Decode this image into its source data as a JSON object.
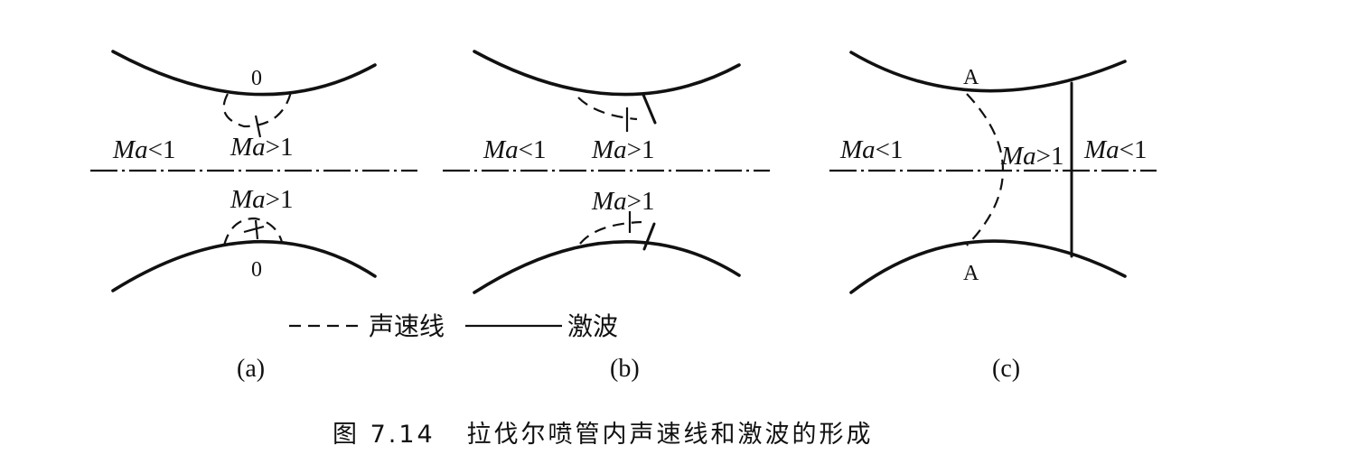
{
  "panels": [
    {
      "id": "a",
      "sublabel": "(a)",
      "top_point": "0",
      "bottom_point": "0",
      "regions": [
        {
          "ma": "Ma",
          "op": "<1"
        },
        {
          "ma": "Ma",
          "op": ">1"
        },
        {
          "ma": "Ma",
          "op": ">1"
        }
      ]
    },
    {
      "id": "b",
      "sublabel": "(b)",
      "regions": [
        {
          "ma": "Ma",
          "op": "<1"
        },
        {
          "ma": "Ma",
          "op": ">1"
        },
        {
          "ma": "Ma",
          "op": ">1"
        }
      ]
    },
    {
      "id": "c",
      "sublabel": "(c)",
      "top_point": "A",
      "bottom_point": "A",
      "regions": [
        {
          "ma": "Ma",
          "op": "<1"
        },
        {
          "ma": "Ma",
          "op": ">1"
        },
        {
          "ma": "Ma",
          "op": "<1"
        }
      ]
    }
  ],
  "legend": {
    "sonic_line_label": "声速线",
    "shock_label": "激波"
  },
  "caption": "图 7.14   拉伐尔喷管内声速线和激波的形成"
}
